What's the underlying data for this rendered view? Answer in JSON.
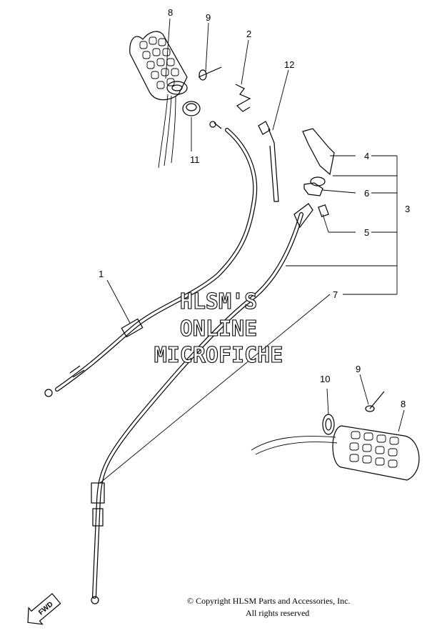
{
  "callouts": {
    "c1": "1",
    "c2": "2",
    "c3": "3",
    "c4": "4",
    "c5": "5",
    "c6": "6",
    "c7": "7",
    "c8_top": "8",
    "c8_bottom": "8",
    "c9_top": "9",
    "c9_bottom": "9",
    "c10": "10",
    "c11": "11",
    "c12": "12"
  },
  "watermark": {
    "line1": "HLSM'S",
    "line2": "ONLINE",
    "line3": "MICROFICHE"
  },
  "fwd_label": "FWD",
  "copyright": {
    "line1": "© Copyright HLSM Parts and Accessories, Inc.",
    "line2": "All rights reserved"
  }
}
